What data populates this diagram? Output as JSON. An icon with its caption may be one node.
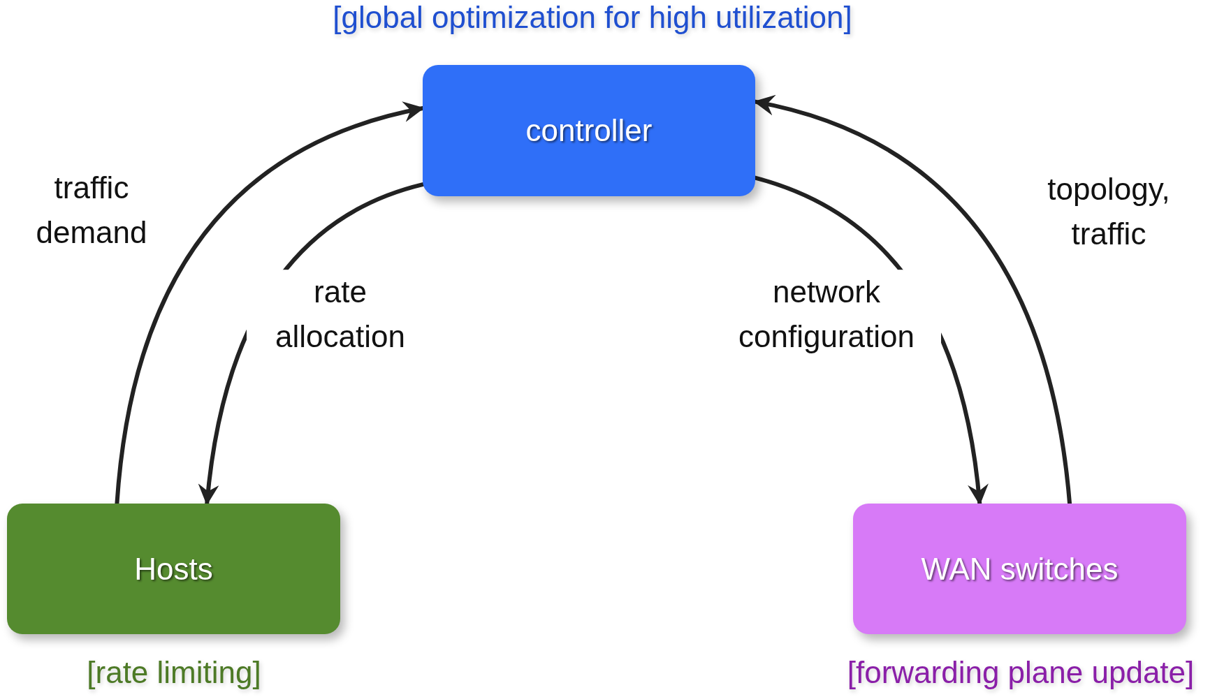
{
  "diagram": {
    "nodes": [
      {
        "text": [
          "controller"
        ],
        "beside": [
          "[global optimization for high utilization]"
        ]
      },
      {
        "text": [
          "Hosts"
        ],
        "beside": [
          "[rate limiting]"
        ]
      },
      {
        "text": [
          "WAN switches"
        ],
        "beside": [
          "[forwarding plane update]"
        ]
      }
    ],
    "edges": [
      {
        "from": 1,
        "to": 0,
        "arrow": "to",
        "label": "traffic demand"
      },
      {
        "from": 0,
        "to": 1,
        "arrow": "to",
        "label": "rate allocation"
      },
      {
        "from": 0,
        "to": 2,
        "arrow": "to",
        "label": "network configuration"
      },
      {
        "from": 2,
        "to": 0,
        "arrow": "to",
        "label": "topology, traffic"
      }
    ]
  }
}
